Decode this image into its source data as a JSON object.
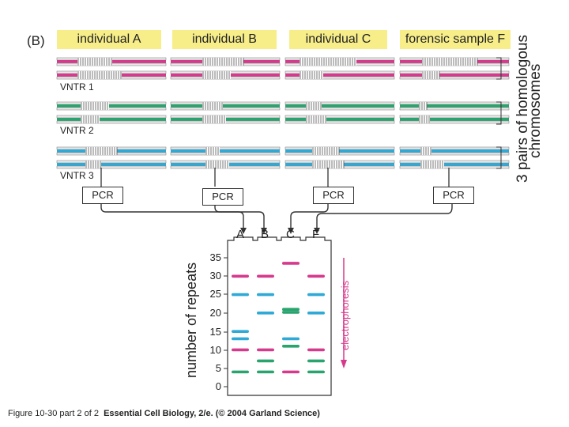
{
  "panel_label": "(B)",
  "individuals": [
    "individual A",
    "individual B",
    "individual C",
    "forensic sample F"
  ],
  "vntr_labels": [
    "VNTR 1",
    "VNTR 2",
    "VNTR 3"
  ],
  "pcr_label": "PCR",
  "side_label": "3 pairs of homologous chromosomes",
  "side_line1": "3 pairs of homologous",
  "side_line2": "chromosomes",
  "gel": {
    "lanes": [
      "A",
      "B",
      "C",
      "F"
    ],
    "y_label": "number of repeats",
    "y_ticks": [
      "35",
      "30",
      "25",
      "20",
      "15",
      "10",
      "5",
      "0"
    ],
    "electrophoresis_label": "electrophoresis"
  },
  "colors": {
    "vntr1": "#d63a8c",
    "vntr2": "#2aa46e",
    "vntr3": "#2fa9d6",
    "label_bg": "#f7ee8a"
  },
  "footer": {
    "prefix": "Figure 10-30 part 2 of 2",
    "source": "Essential Cell Biology, 2/e. (© 2004 Garland Science)"
  }
}
